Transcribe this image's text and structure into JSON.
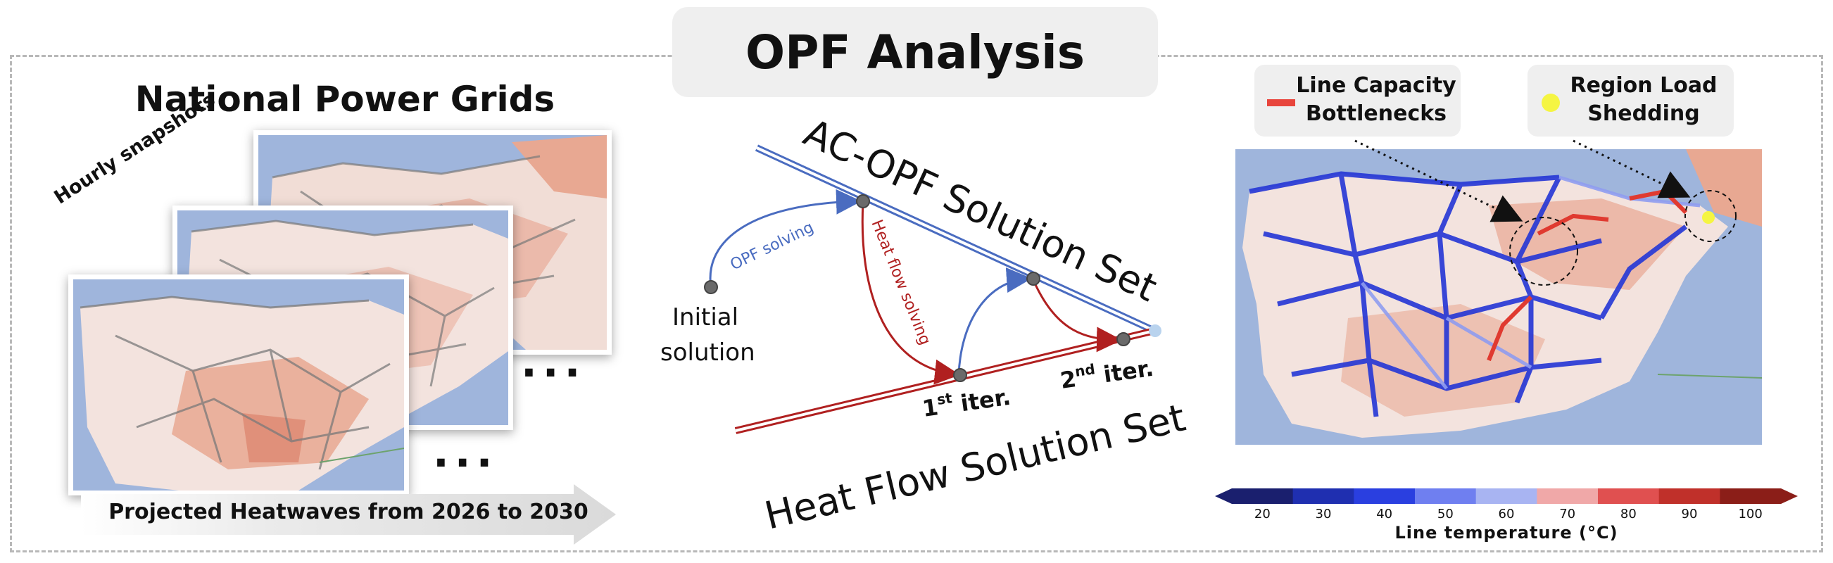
{
  "title": "OPF Analysis",
  "left_panel": {
    "title": "National Power Grids",
    "snapshot_label": "Hourly snapshots",
    "ellipsis": "...",
    "banner_text": "Projected Heatwaves from 2026 to 2030"
  },
  "middle_panel": {
    "ac_opf_set": "AC-OPF Solution Set",
    "heat_flow_set": "Heat Flow Solution Set",
    "opf_solving": "OPF solving",
    "heat_flow_solving": "Heat flow solving",
    "initial_line1": "Initial",
    "initial_line2": "solution",
    "iter1_num": "1",
    "iter1_sup": "st",
    "iter1_word": " iter.",
    "iter2_num": "2",
    "iter2_sup": "nd",
    "iter2_word": " iter."
  },
  "right_panel": {
    "legend_line_1": "Line Capacity",
    "legend_line_2": "Bottlenecks",
    "legend_region_1": "Region Load",
    "legend_region_2": "Shedding",
    "colorbar_title": "Line temperature (°C)",
    "colorbar_ticks": [
      "20",
      "30",
      "40",
      "50",
      "60",
      "70",
      "80",
      "90",
      "100"
    ],
    "colorbar_colors": [
      "#1a1f6e",
      "#1f2fb0",
      "#2a3fe0",
      "#6f7ff0",
      "#a8b4f2",
      "#f0a8a8",
      "#e05050",
      "#c0302a",
      "#8b1e18"
    ],
    "colors": {
      "bottleneck": "#e8453c",
      "shedding": "#f5f542",
      "line_cold": "#2436d6",
      "line_hot": "#e03a30"
    }
  }
}
